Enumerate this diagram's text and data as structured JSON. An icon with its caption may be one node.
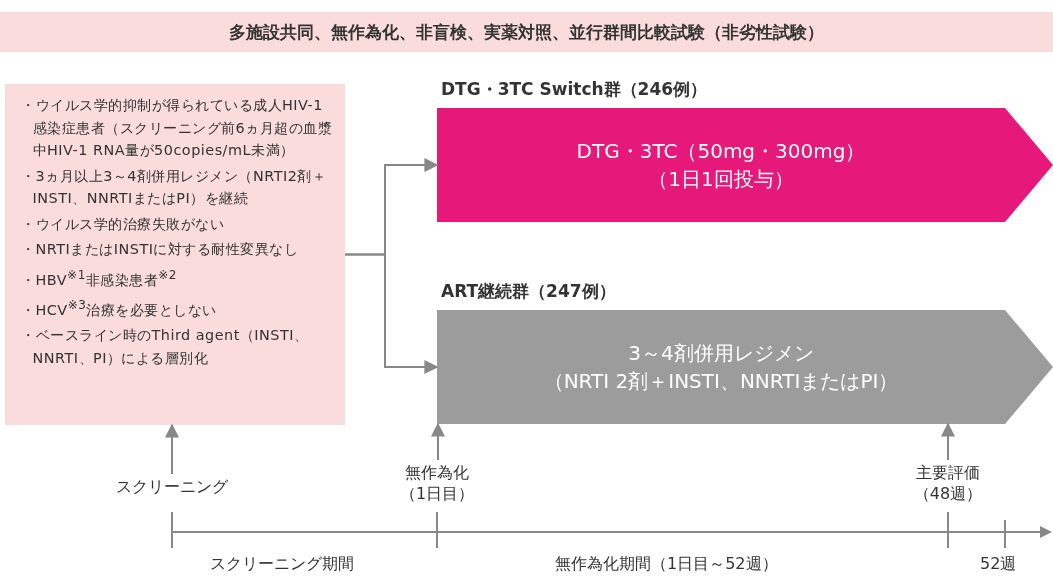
{
  "diagram": {
    "nodes": [
      {
        "text": [
          "多施設共同、無作為化、非盲検、実薬対照、並行群間比較試験（非劣性試験）"
        ]
      },
      {
        "text": [
          "・ウイルス学的抑制が得られている成人HIV-1感染症患者（スクリーニング前6ヵ月超の血漿中HIV-1 RNA量が50copies/mL未満）",
          "・3ヵ月以上3～4剤併用レジメン（NRTI2剤＋INSTI、NNRTIまたはPI）を継続",
          "・ウイルス学的治療失敗がない",
          "・NRTIまたはINSTIに対する耐性変異なし",
          "・HBV$^{※1}$非感染患者$^{※2}$",
          "・HCV$^{※3}$治療を必要としない",
          "・ベースライン時のThird agent（INSTI、NNRTI、PI）による層別化"
        ]
      },
      {
        "text": [
          "DTG・3TC Switch群（246例）",
          "DTG・3TC（50mg・300mg）",
          "（1日1回投与）"
        ]
      },
      {
        "text": [
          "ART継続群（247例）",
          "3～4剤併用レジメン",
          "（NRTI 2剤＋INSTI、NNRTIまたはPI）"
        ]
      },
      {
        "text": [
          "スクリーニング"
        ]
      },
      {
        "text": [
          "無作為化",
          "（1日目）"
        ]
      },
      {
        "text": [
          "主要評価",
          "（48週）"
        ]
      }
    ],
    "edges": [
      {
        "from": 1,
        "to": 2,
        "arrow": "to"
      },
      {
        "from": 1,
        "to": 3,
        "arrow": "to"
      },
      {
        "from": 4,
        "to": 1,
        "arrow": "to"
      },
      {
        "from": 5,
        "to": 3,
        "arrow": "to"
      },
      {
        "from": 6,
        "to": 3,
        "arrow": "to"
      }
    ],
    "labels": [
      "スクリーニング期間",
      "無作為化期間（1日目～52週）",
      "52週"
    ]
  }
}
